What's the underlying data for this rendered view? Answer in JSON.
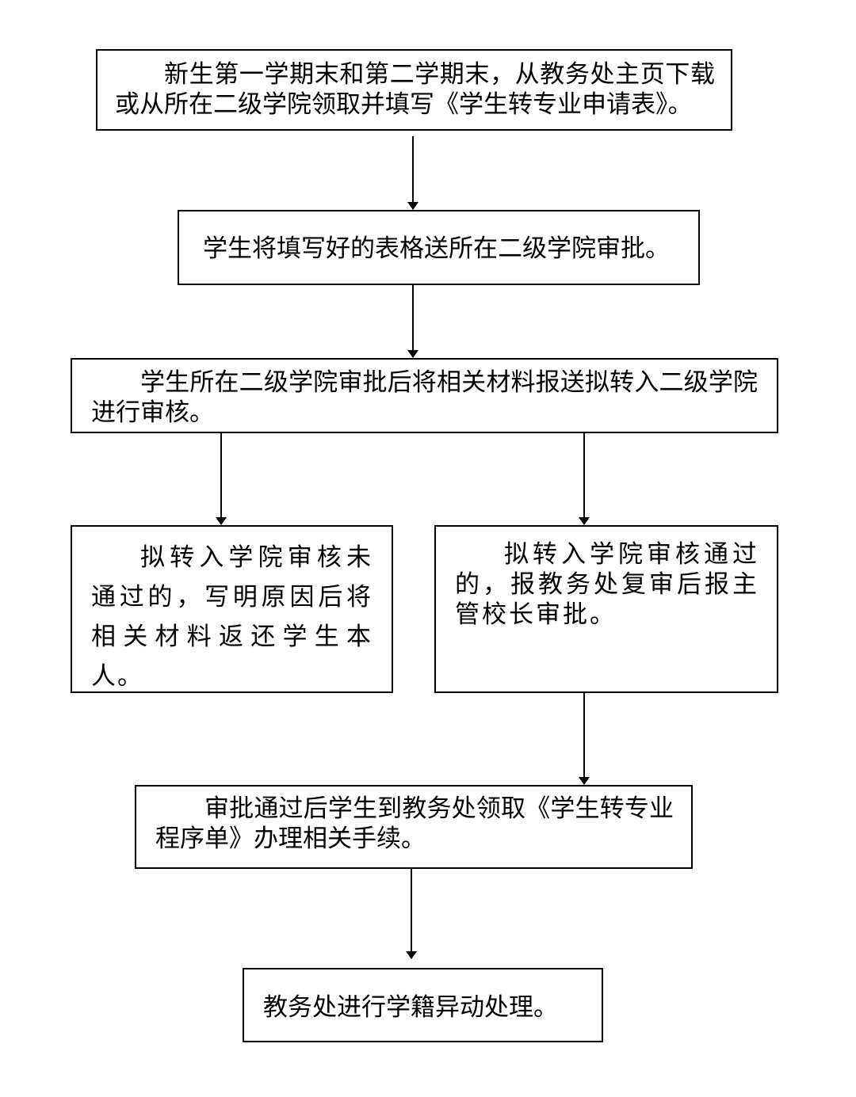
{
  "flowchart": {
    "step1": "新生第一学期末和第二学期末，从教务处主页下载或从所在二级学院领取并填写《学生转专业申请表》。",
    "step2": "学生将填写好的表格送所在二级学院审批。",
    "step3": "学生所在二级学院审批后将相关材料报送拟转入二级学院进行审核。",
    "step4_rejected": "拟转入学院审核未通过的，写明原因后将相关材料返还学生本人。",
    "step4_approved": "拟转入学院审核通过的，报教务处复审后报主管校长审批。",
    "step5": "审批通过后学生到教务处领取《学生转专业程序单》办理相关手续。",
    "step6": "教务处进行学籍异动处理。"
  }
}
